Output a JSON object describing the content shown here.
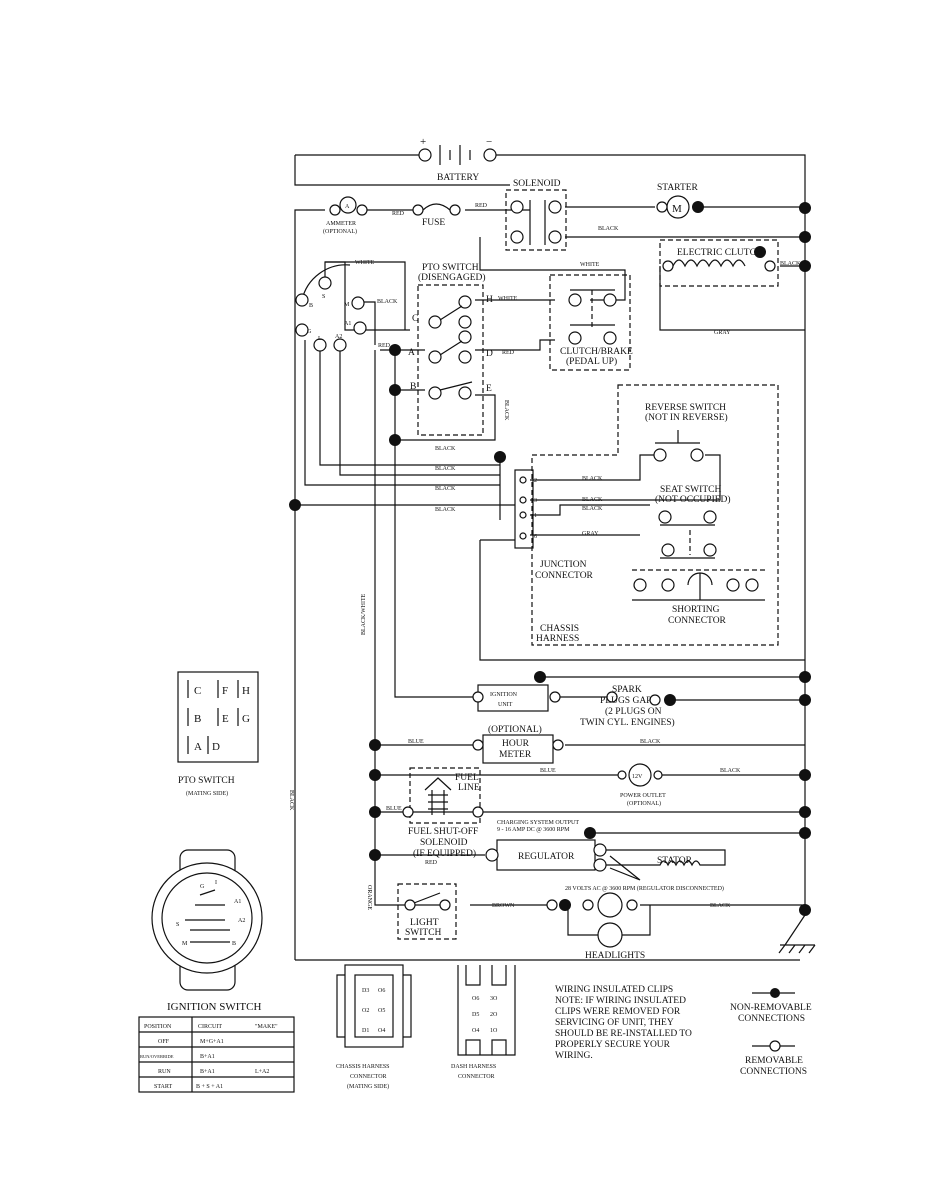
{
  "battery": {
    "label": "BATTERY",
    "plus": "+",
    "minus": "−"
  },
  "solenoid": {
    "label": "SOLENOID"
  },
  "starter": {
    "label": "STARTER",
    "symbol": "M"
  },
  "ammeter": {
    "label": "AMMETER",
    "note": "(OPTIONAL)",
    "symbol": "A"
  },
  "fuse": {
    "label": "FUSE"
  },
  "electric_clutch": {
    "label": "ELECTRIC CLUTCH"
  },
  "pto_switch": {
    "label": "PTO SWITCH",
    "state": "(DISENGAGED)",
    "terminals": [
      "C",
      "A",
      "B",
      "H",
      "D",
      "E"
    ]
  },
  "ignition_terminals": [
    "S",
    "B",
    "M",
    "G",
    "A1",
    "L",
    "A2"
  ],
  "clutch_brake": {
    "label": "CLUTCH/BRAKE",
    "state": "(PEDAL UP)"
  },
  "reverse_switch": {
    "label": "REVERSE SWITCH",
    "state": "(NOT IN REVERSE)"
  },
  "seat_switch": {
    "label": "SEAT SWITCH",
    "state": "(NOT OCCUPIED)"
  },
  "junction": {
    "label1": "JUNCTION",
    "label2": "CONNECTOR",
    "pins": [
      "2",
      "3",
      "1",
      "6"
    ]
  },
  "chassis_harness": {
    "label1": "CHASSIS",
    "label2": "HARNESS"
  },
  "shorting": {
    "label1": "SHORTING",
    "label2": "CONNECTOR"
  },
  "wires": {
    "red": "RED",
    "black": "BLACK",
    "white": "WHITE",
    "gray": "GRAY",
    "black_white": "BLACK/WHITE",
    "orange": "ORANGE",
    "blue": "BLUE",
    "brown": "BROWN"
  },
  "ignition_unit": {
    "label1": "IGNITION",
    "label2": "UNIT"
  },
  "spark": {
    "l1": "SPARK",
    "l2": "PLUGS GAP",
    "l3": "(2 PLUGS ON",
    "l4": "TWIN CYL. ENGINES)"
  },
  "hour_meter": {
    "optional": "(OPTIONAL)",
    "l1": "HOUR",
    "l2": "METER"
  },
  "power_outlet": {
    "symbol": "12V",
    "label": "POWER OUTLET",
    "note": "(OPTIONAL)"
  },
  "fuel": {
    "line1": "FUEL",
    "line2": "LINE",
    "s1": "FUEL SHUT-OFF",
    "s2": "SOLENOID",
    "s3": "(IF EQUIPPED)"
  },
  "charging": {
    "l1": "CHARGING SYSTEM OUTPUT",
    "l2": "9 - 16 AMP DC @ 3600 RPM"
  },
  "regulator": {
    "label": "REGULATOR"
  },
  "stator": {
    "label": "STATOR",
    "note": "28 VOLTS AC @ 3600 RPM (REGULATOR DISCONNECTED)"
  },
  "light_switch": {
    "l1": "LIGHT",
    "l2": "SWITCH"
  },
  "headlights": {
    "label": "HEADLIGHTS"
  },
  "pto_mating": {
    "letters": [
      "C",
      "F",
      "H",
      "B",
      "E",
      "G",
      "A",
      "D"
    ],
    "title": "PTO SWITCH",
    "sub": "(MATING SIDE)"
  },
  "ignition_switch": {
    "title": "IGNITION SWITCH",
    "letters": [
      "G",
      "I",
      "A1",
      "S",
      "A2",
      "M",
      "B"
    ],
    "headers": [
      "POSITION",
      "CIRCUIT",
      "\"MAKE\""
    ],
    "rows": [
      [
        "OFF",
        "M+G+A1",
        ""
      ],
      [
        "RUN/OVERRIDE",
        "B+A1",
        ""
      ],
      [
        "RUN",
        "B+A1",
        "L+A2"
      ],
      [
        "START",
        "B + S + A1",
        ""
      ]
    ]
  },
  "chassis_connector": {
    "pins": [
      "D3",
      "O6",
      "O2",
      "O5",
      "D1",
      "O4"
    ],
    "l1": "CHASSIS HARNESS",
    "l2": "CONNECTOR",
    "l3": "(MATING SIDE)"
  },
  "dash_connector": {
    "pins": [
      "O6",
      "3O",
      "D5",
      "2O",
      "O4",
      "1O"
    ],
    "l1": "DASH HARNESS",
    "l2": "CONNECTOR"
  },
  "note": [
    "WIRING INSULATED CLIPS",
    "NOTE:  IF WIRING INSULATED",
    "CLIPS WERE REMOVED FOR",
    "SERVICING OF UNIT, THEY",
    "SHOULD BE RE-INSTALLED TO",
    "PROPERLY SECURE YOUR",
    "WIRING."
  ],
  "legend": {
    "non_removable1": "NON-REMOVABLE",
    "non_removable2": "CONNECTIONS",
    "removable1": "REMOVABLE",
    "removable2": "CONNECTIONS"
  }
}
